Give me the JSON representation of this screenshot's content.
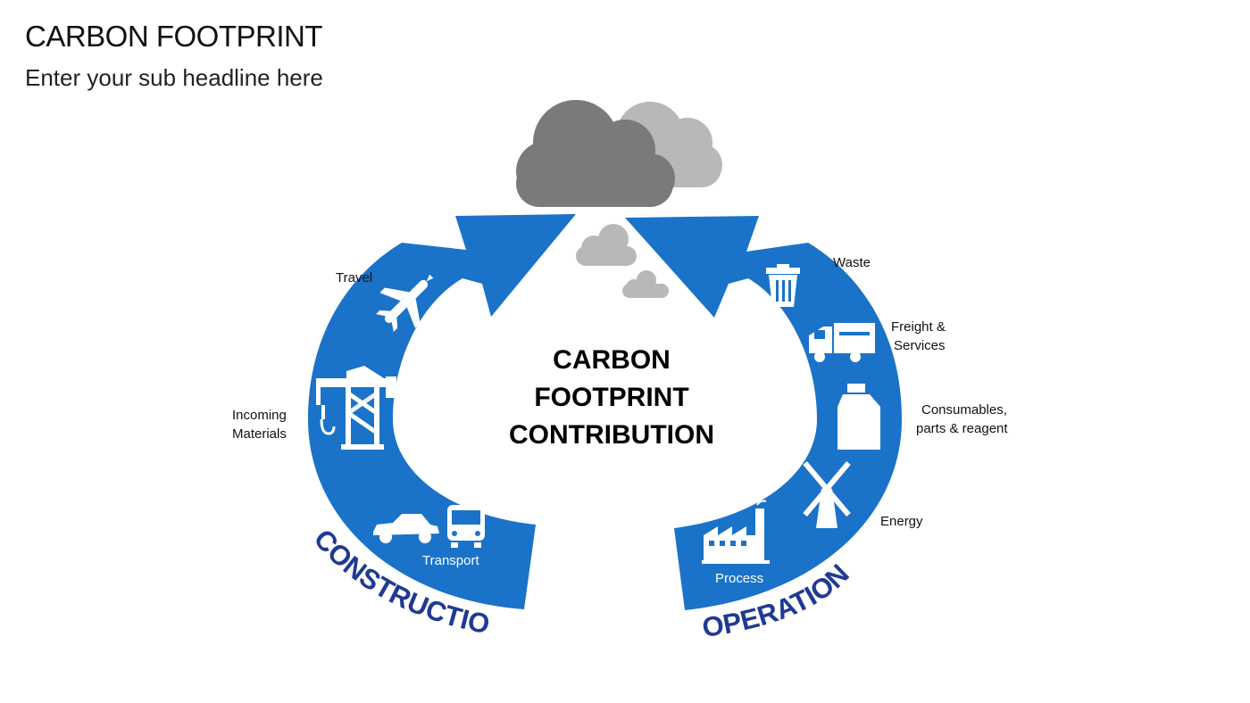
{
  "header": {
    "title": "CARBON FOOTPRINT",
    "subtitle": "Enter your sub headline here"
  },
  "center": {
    "line1": "CARBON",
    "line2": "FOOTPRINT",
    "line3": "CONTRIBUTION"
  },
  "construction": {
    "label": "CONSTRUCTION",
    "items": {
      "travel": "Travel",
      "incoming_1": "Incoming",
      "incoming_2": "Materials",
      "transport": "Transport"
    }
  },
  "operation": {
    "label": "OPERATION",
    "items": {
      "waste": "Waste",
      "freight_1": "Freight &",
      "freight_2": "Services",
      "consumables_1": "Consumables,",
      "consumables_2": "parts & reagent",
      "energy": "Energy",
      "process": "Process"
    }
  },
  "colors": {
    "arrow_blue": "#1a73c8",
    "arc_text": "#1f3a93",
    "cloud_dark": "#7a7a7a",
    "cloud_light": "#b8b8b8"
  }
}
